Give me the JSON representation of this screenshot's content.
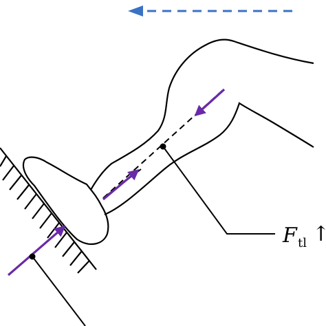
{
  "force_label": {
    "symbol": "F",
    "subscript": "tl",
    "direction_glyph": "↑"
  },
  "colors": {
    "outline": "#000000",
    "force_vector": "#6a2aa8",
    "motion_arrow": "#3a72c4"
  },
  "icons": {
    "motion_direction": "arrow-left-dashed",
    "ground_force": "arrow-up-right",
    "tendon_force_top": "arrow-down-left",
    "tendon_force_bottom": "arrow-up-right"
  }
}
